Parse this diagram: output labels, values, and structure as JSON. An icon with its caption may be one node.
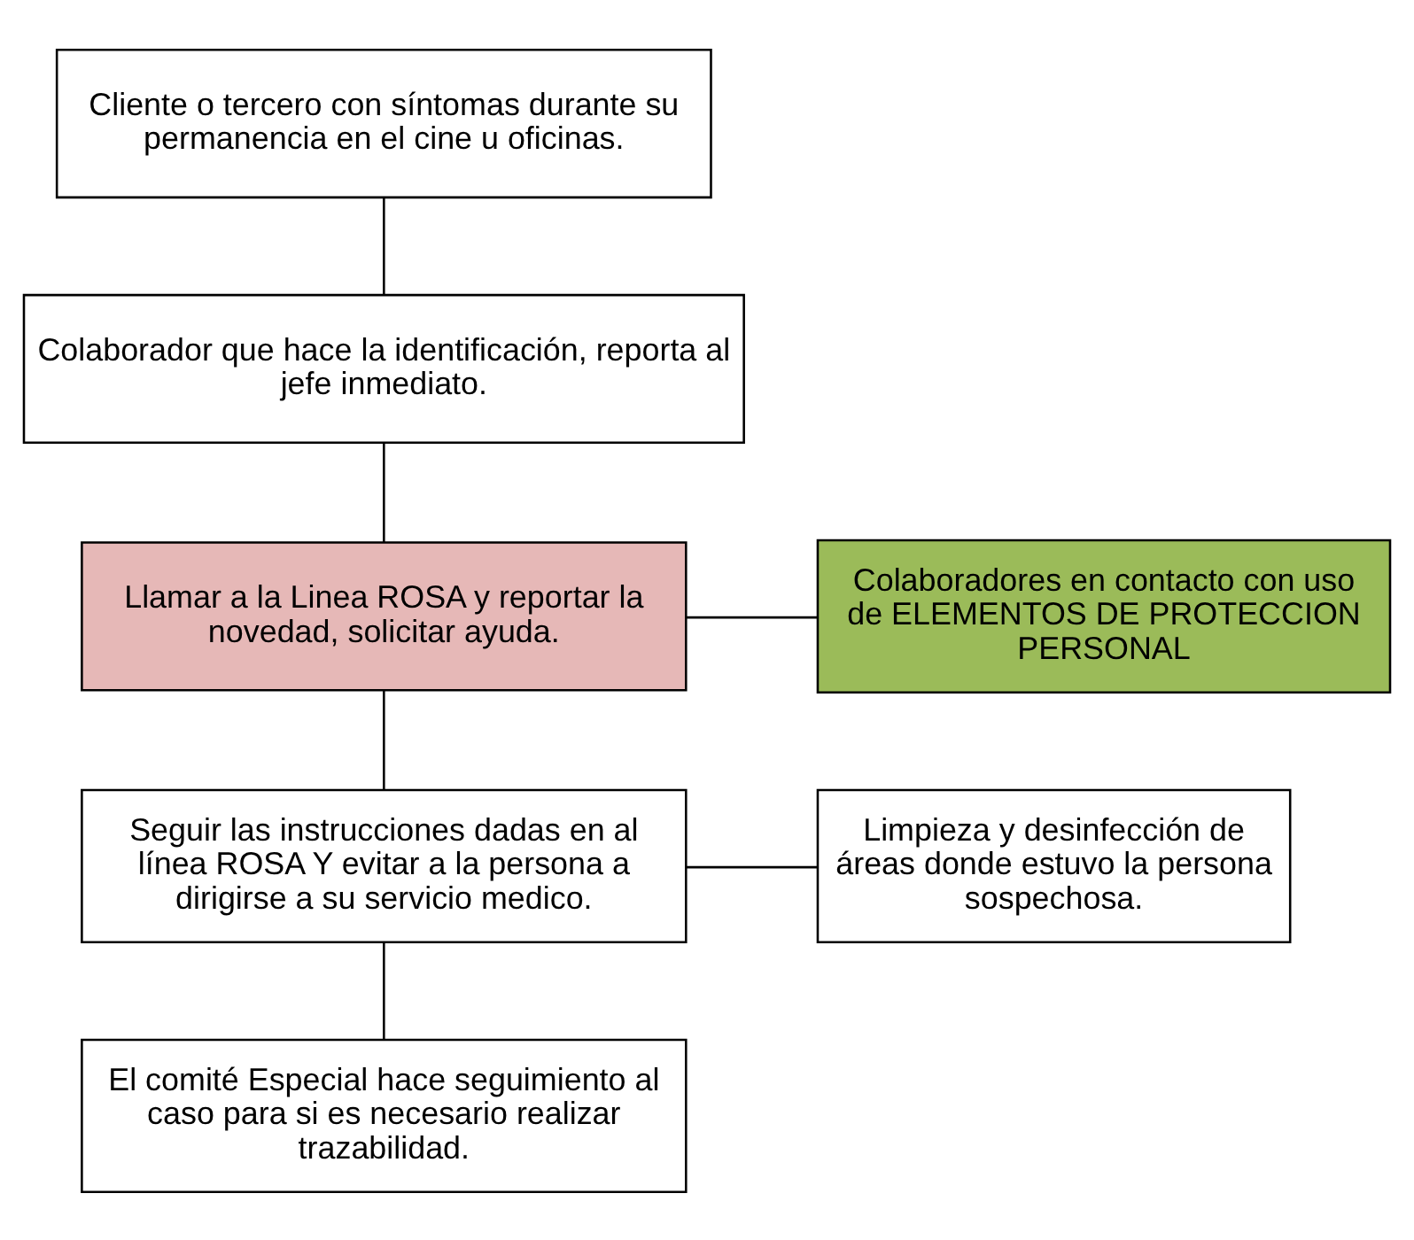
{
  "diagram": {
    "nodes": [
      {
        "text": [
          "Cliente o tercero con síntomas durante su permanencia en el cine u oficinas."
        ]
      },
      {
        "text": [
          "Colaborador que hace la identificación, reporta al jefe inmediato."
        ]
      },
      {
        "text": [
          "Llamar a la Linea ROSA y reportar la novedad, solicitar ayuda."
        ]
      },
      {
        "text": [
          "Colaboradores en contacto con uso de ELEMENTOS DE PROTECCION PERSONAL"
        ]
      },
      {
        "text": [
          "Seguir las instrucciones dadas en al línea ROSA Y evitar a la persona a dirigirse a su servicio medico."
        ]
      },
      {
        "text": [
          "Limpieza y desinfección de áreas donde estuvo la persona sospechosa."
        ]
      },
      {
        "text": [
          "El comité Especial hace seguimiento al caso para si es necesario realizar trazabilidad."
        ]
      }
    ],
    "edges": [
      {
        "from": 0,
        "to": 1,
        "arrow": "none"
      },
      {
        "from": 1,
        "to": 2,
        "arrow": "none"
      },
      {
        "from": 2,
        "to": 3,
        "arrow": "none"
      },
      {
        "from": 2,
        "to": 4,
        "arrow": "none"
      },
      {
        "from": 4,
        "to": 5,
        "arrow": "none"
      },
      {
        "from": 4,
        "to": 6,
        "arrow": "none"
      }
    ]
  }
}
